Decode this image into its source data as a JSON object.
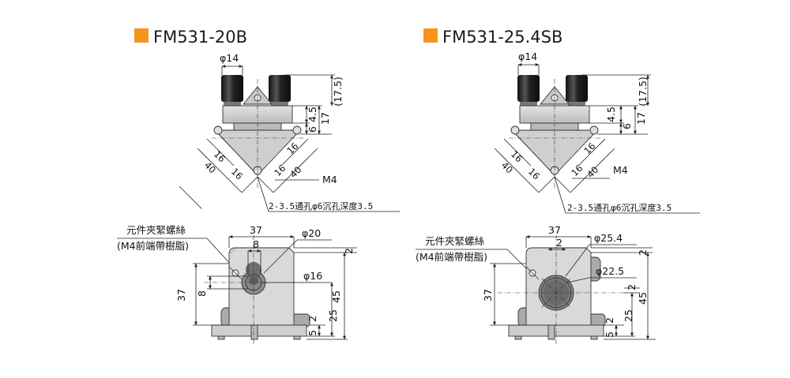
{
  "colors": {
    "accent": "#f7941d",
    "body": "#d4d4d4",
    "body_dark": "#9c9c9c",
    "knob": "#2a2a2a"
  },
  "left": {
    "title": "FM531-20B",
    "dim_knob_dia": "φ14",
    "dim_175": "(17.5)",
    "dim_45": "4.5",
    "dim_17": "17",
    "dim_6": "6",
    "dim_16a": "16",
    "dim_16b": "16",
    "dim_16c": "16",
    "dim_16d": "16",
    "dim_40a": "40",
    "dim_40b": "40",
    "m4": "M4",
    "hole_note": "2-3.5通孔φ6沉孔深度3.5",
    "clamp_label_1": "元件夾緊螺絲",
    "clamp_label_2": "(M4前端帶樹脂)",
    "dim_37_top": "37",
    "dim_8_top": "8",
    "dim_bore": "φ20",
    "dim_bore2": "φ16",
    "dim_2_side": "2",
    "dim_37_left": "37",
    "dim_8_left": "8",
    "dim_45_right": "45",
    "dim_25": "25",
    "dim_2_low": "2",
    "dim_5": "5"
  },
  "right": {
    "title": "FM531-25.4SB",
    "dim_knob_dia": "φ14",
    "dim_175": "(17.5)",
    "dim_45": "4.5",
    "dim_17": "17",
    "dim_6": "6",
    "dim_16a": "16",
    "dim_16b": "16",
    "dim_16c": "16",
    "dim_16d": "16",
    "dim_40a": "40",
    "dim_40b": "40",
    "m4": "M4",
    "hole_note": "2-3.5通孔φ6沉孔深度3.5",
    "clamp_label_1": "元件夾緊螺絲",
    "clamp_label_2": "(M4前端帶樹脂)",
    "dim_37_top": "37",
    "dim_2_top": "2",
    "dim_bore": "φ25.4",
    "dim_bore2": "φ22.5",
    "dim_2_side": "2",
    "dim_37_left": "37",
    "dim_2_mid": "2",
    "dim_45_right": "45",
    "dim_25": "25",
    "dim_2_low": "2",
    "dim_5": "5"
  }
}
